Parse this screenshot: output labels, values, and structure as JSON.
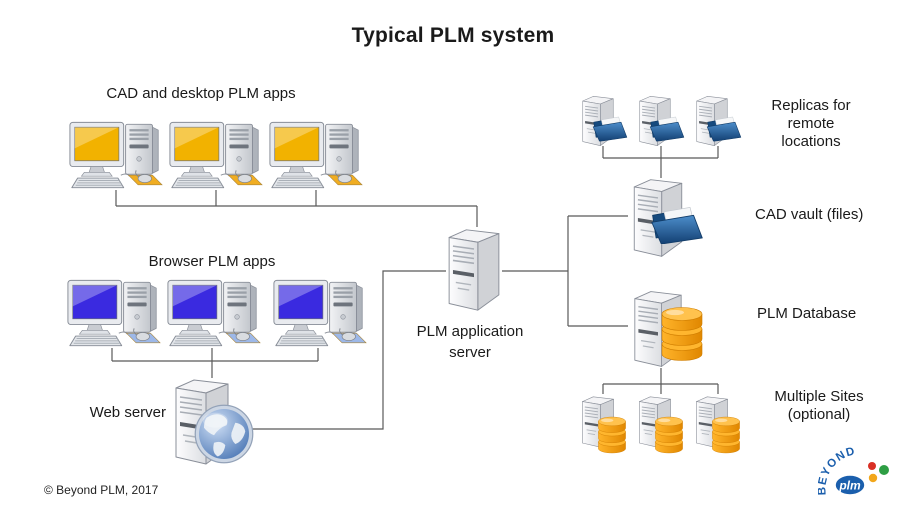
{
  "title": "Typical PLM system",
  "labels": {
    "cad_apps": "CAD and desktop PLM apps",
    "browser_apps": "Browser PLM apps",
    "web_server": "Web server",
    "plm_app_server": "PLM application server",
    "replicas": "Replicas for remote locations",
    "cad_vault": "CAD vault (files)",
    "plm_database": "PLM Database",
    "multiple_sites": "Multiple Sites (optional)"
  },
  "footer": {
    "copyright": "© Beyond PLM, 2017"
  },
  "logo": {
    "arc_text": "BEYOND",
    "circle_text": "plm"
  },
  "colors": {
    "text": "#1a1a1a",
    "line": "#595959",
    "cad_screen": "#f2b200",
    "cad_pad": "#f0ad22",
    "browser_screen": "#3a2ae0",
    "browser_pad": "#9db8e8",
    "folder": "#2d6db5",
    "database": "#f59d00",
    "logo_blue": "#1b5fad"
  }
}
